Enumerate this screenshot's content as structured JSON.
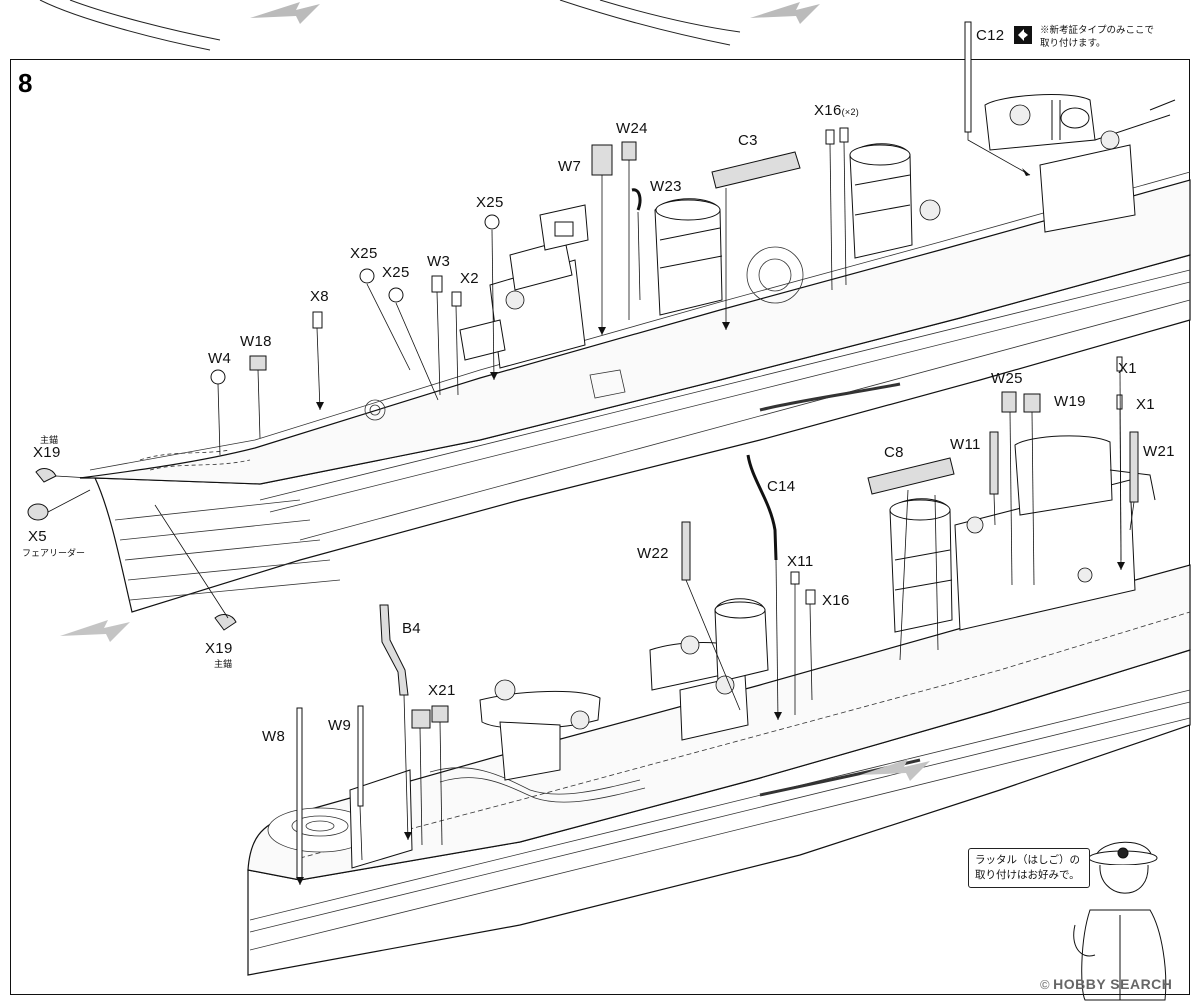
{
  "step": {
    "number": "8"
  },
  "parts": {
    "C12": "C12",
    "C3": "C3",
    "C8": "C8",
    "C14": "C14",
    "B4": "B4",
    "W3": "W3",
    "W4": "W4",
    "W7": "W7",
    "W8": "W8",
    "W9": "W9",
    "W11": "W11",
    "W18": "W18",
    "W19": "W19",
    "W21": "W21",
    "W22": "W22",
    "W23": "W23",
    "W24": "W24",
    "W25": "W25",
    "X1a": "X1",
    "X1b": "X1",
    "X2": "X2",
    "X5": "X5",
    "X8": "X8",
    "X11": "X11",
    "X16": "X16",
    "X16x2": "X16",
    "X16x2_qty": "(×2)",
    "X19_top": "X19",
    "X19_bottom": "X19",
    "X21": "X21",
    "X25a": "X25",
    "X25b": "X25",
    "X25c": "X25"
  },
  "sublabels": {
    "x19_top": "主錨",
    "x19_bottom": "主錨",
    "x5": "フェアリーダー"
  },
  "notes": {
    "c12_line1": "※新考証タイプのみここで",
    "c12_line2": "取り付けます。"
  },
  "speech_bubble": {
    "line1": "ラッタル（はしご）の",
    "line2": "取り付けはお好みで。"
  },
  "watermark": {
    "symbol": "©",
    "text": "HOBBY SEARCH"
  },
  "icons": {
    "c12_mark": "option-mark-icon",
    "arrows": "direction-arrow-icon",
    "officer": "navy-officer-illustration"
  }
}
